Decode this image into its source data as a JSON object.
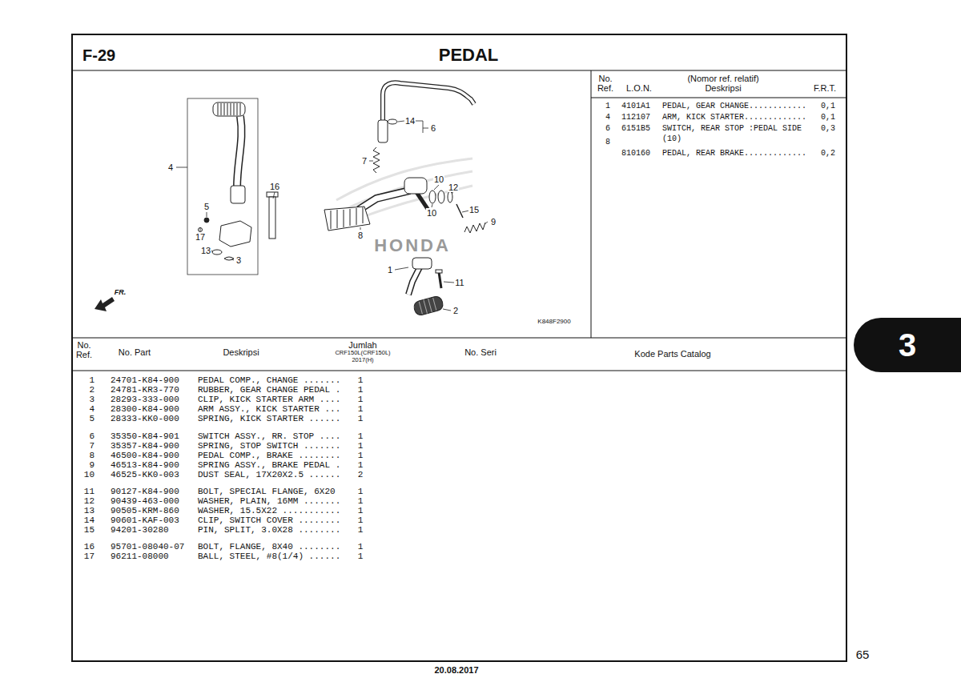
{
  "diagram": {
    "title": "PEDAL",
    "nodes": [
      {
        "text": [
          "3"
        ]
      }
    ],
    "labels": [
      "F-29",
      "4",
      "16",
      "5",
      "17",
      "13",
      "3",
      "14",
      "6",
      "7",
      "10",
      "12",
      "10",
      "15",
      "9",
      "8",
      "1",
      "11",
      "2",
      "FR.",
      "K848F2900",
      "HONDA",
      "No. Ref.",
      "L.O.N.",
      "(Nomor ref. relatif) Deskripsi",
      "F.R.T.",
      "1",
      "4101A1",
      "PEDAL, GEAR CHANGE............",
      "0,1",
      "4",
      "112107",
      "ARM, KICK STARTER.............",
      "0,1",
      "6",
      "6151B5",
      "SWITCH, REAR STOP :PEDAL SIDE",
      "0,3",
      "(10)",
      "8",
      "810160",
      "PEDAL, REAR BRAKE.............",
      "0,2",
      "No. Ref.",
      "No. Part",
      "Deskripsi",
      "Jumlah",
      "CRF150L(CRF150L)",
      "2017(H)",
      "No. Seri",
      "Kode Parts Catalog",
      "1",
      "24701-K84-900",
      "PEDAL COMP., CHANGE .......",
      "1",
      "2",
      "24781-KR3-770",
      "RUBBER, GEAR CHANGE PEDAL .",
      "1",
      "3",
      "28293-333-000",
      "CLIP, KICK STARTER ARM ....",
      "1",
      "4",
      "28300-K84-900",
      "ARM ASSY., KICK STARTER ...",
      "1",
      "5",
      "28333-KK0-000",
      "SPRING, KICK STARTER ......",
      "1",
      "6",
      "35350-K84-901",
      "SWITCH ASSY., RR. STOP ....",
      "1",
      "7",
      "35357-K84-900",
      "SPRING, STOP SWITCH .......",
      "1",
      "8",
      "46500-K84-900",
      "PEDAL COMP., BRAKE ........",
      "1",
      "9",
      "46513-K84-900",
      "SPRING ASSY., BRAKE PEDAL .",
      "1",
      "10",
      "46525-KK0-003",
      "DUST SEAL, 17X20X2.5 ......",
      "2",
      "11",
      "90127-K84-900",
      "BOLT, SPECIAL FLANGE, 6X20",
      "1",
      "12",
      "90439-463-000",
      "WASHER, PLAIN, 16MM .......",
      "1",
      "13",
      "90505-KRM-860",
      "WASHER, 15.5X22 ...........",
      "1",
      "14",
      "90601-KAF-003",
      "CLIP, SWITCH COVER ........",
      "1",
      "15",
      "94201-30280",
      "PIN, SPLIT, 3.0X28 ........",
      "1",
      "16",
      "95701-08040-07",
      "BOLT, FLANGE, 8X40 ........",
      "1",
      "17",
      "96211-08000",
      "BALL, STEEL, #8(1/4) ......",
      "1",
      "20.08.2017",
      "65"
    ]
  }
}
